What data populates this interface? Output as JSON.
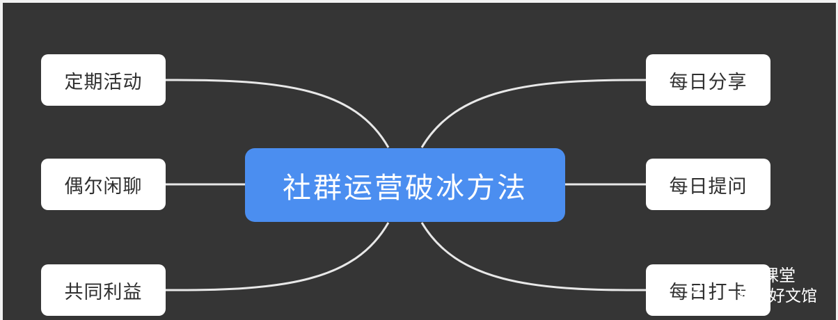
{
  "mindmap": {
    "center": "社群运营破冰方法",
    "left_nodes": [
      "定期活动",
      "偶尔闲聊",
      "共同利益"
    ],
    "right_nodes": [
      "每日分享",
      "每日提问",
      "每日打卡"
    ]
  },
  "watermark": {
    "line1": "巴巴课堂",
    "line2": "易坊好文馆",
    "icon": "wechat-bubble-icon"
  },
  "colors": {
    "background": "#353535",
    "node_background": "#ffffff",
    "node_text": "#2f2f2f",
    "center_background": "#4b8ef0",
    "center_text": "#ffffff",
    "connector": "#e8e8e8",
    "frame": "#f2f2f2"
  }
}
